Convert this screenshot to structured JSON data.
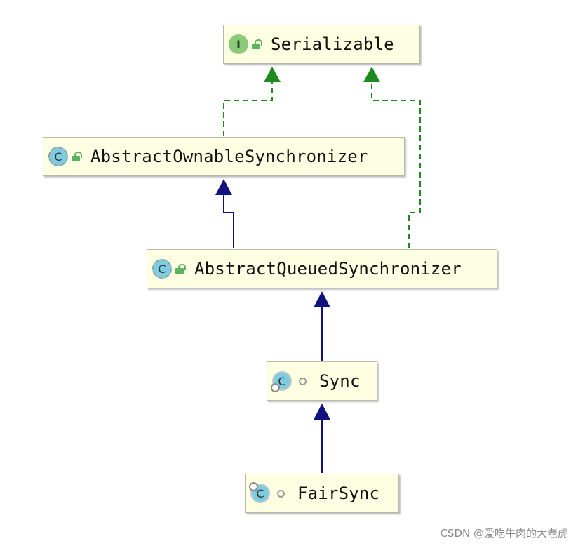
{
  "colors": {
    "implements_line": "#1c8a1c",
    "extends_line": "#12127e",
    "node_fill": "#fefee2",
    "node_border": "#b9b9a8"
  },
  "nodes": [
    {
      "id": "serializable",
      "name": "Serializable",
      "kind": "interface",
      "kind_letter": "I",
      "icon": "interface-icon",
      "modifier": "public"
    },
    {
      "id": "aos",
      "name": "AbstractOwnableSynchronizer",
      "kind": "abstract-class",
      "kind_letter": "C",
      "icon": "abstract-class-icon",
      "modifier": "public"
    },
    {
      "id": "aqs",
      "name": "AbstractQueuedSynchronizer",
      "kind": "abstract-class",
      "kind_letter": "C",
      "icon": "abstract-class-icon",
      "modifier": "public"
    },
    {
      "id": "sync",
      "name": "Sync",
      "kind": "class",
      "kind_letter": "C",
      "icon": "class-icon",
      "modifier": "package-private"
    },
    {
      "id": "fairsync",
      "name": "FairSync",
      "kind": "class",
      "kind_letter": "C",
      "icon": "class-icon",
      "modifier": "package-private"
    }
  ],
  "edges": [
    {
      "from": "aos",
      "to": "serializable",
      "type": "implements"
    },
    {
      "from": "aqs",
      "to": "serializable",
      "type": "implements"
    },
    {
      "from": "aqs",
      "to": "aos",
      "type": "extends"
    },
    {
      "from": "sync",
      "to": "aqs",
      "type": "extends"
    },
    {
      "from": "fairsync",
      "to": "sync",
      "type": "extends"
    }
  ],
  "watermark": "CSDN @爱吃牛肉的大老虎"
}
